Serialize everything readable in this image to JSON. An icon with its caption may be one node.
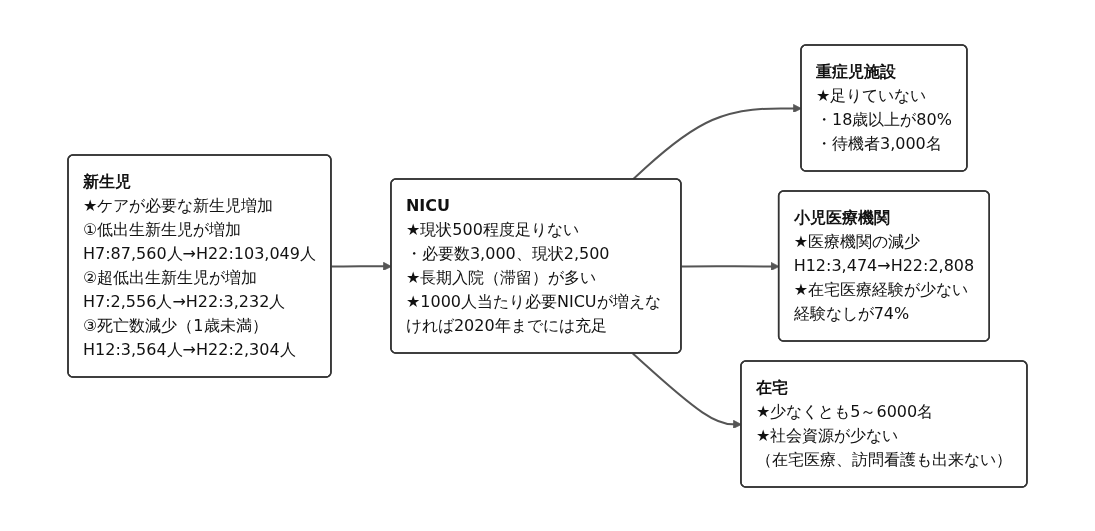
{
  "diagram": {
    "nodes": [
      {
        "text": [
          "新生児",
          "★ケアが必要な新生児増加",
          "①低出生新生児が増加",
          "H7:87,560人→H22:103,049人",
          "②超低出生新生児が増加",
          "H7:2,556人→H22:3,232人",
          "③死亡数減少（1歳未満）",
          "H12:3,564人→H22:2,304人"
        ]
      },
      {
        "text": [
          "NICU",
          "★現状500程度足りない",
          "・必要数3,000、現状2,500",
          "★長期入院（滞留）が多い",
          "★1000人当たり必要NICUが増えなければ2020年までには充足"
        ]
      },
      {
        "text": [
          "重症児施設",
          "★足りていない",
          "・18歳以上が80%",
          "・待機者3,000名"
        ]
      },
      {
        "text": [
          "小児医療機関",
          "★医療機関の減少",
          "H12:3,474→H22:2,808",
          "★在宅医療経験が少ない",
          "経験なしが74%"
        ]
      },
      {
        "text": [
          "在宅",
          "★少なくとも5～6000名",
          "★社会資源が少ない",
          "（在宅医療、訪問看護も出来ない）"
        ]
      }
    ],
    "edges": [
      {
        "from": 0,
        "to": 1,
        "arrow": "to"
      },
      {
        "from": 1,
        "to": 2,
        "arrow": "to"
      },
      {
        "from": 1,
        "to": 3,
        "arrow": "to"
      },
      {
        "from": 1,
        "to": 4,
        "arrow": "to"
      }
    ]
  }
}
